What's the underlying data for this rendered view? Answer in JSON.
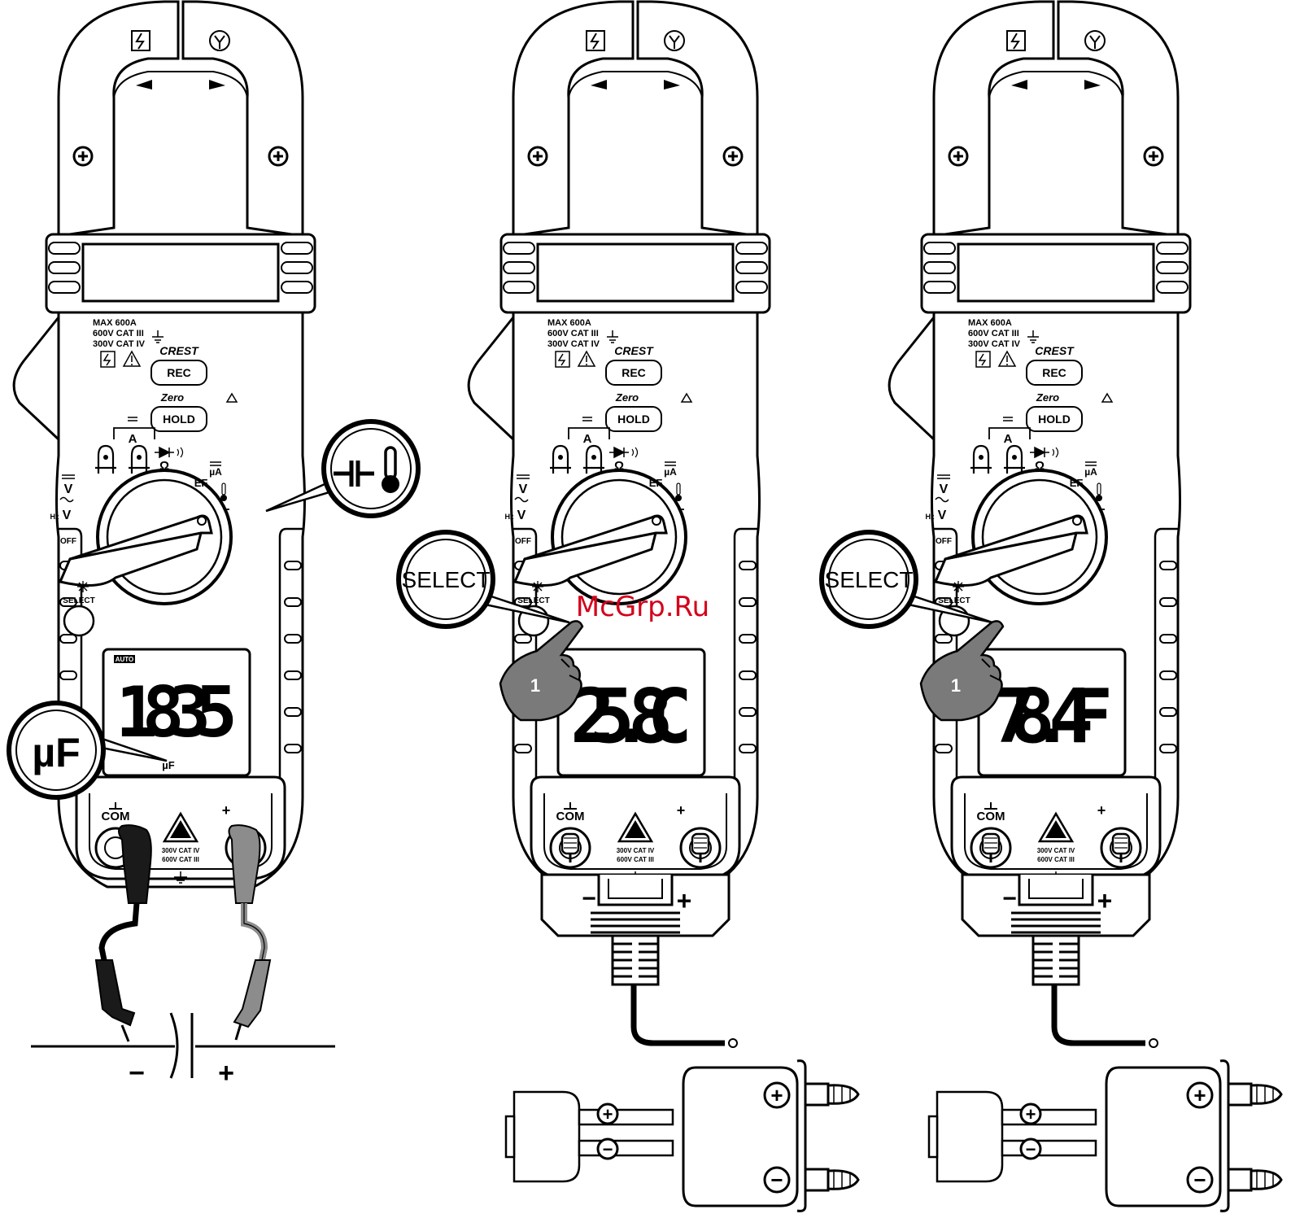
{
  "watermark": "McGrp.Ru",
  "meters": [
    {
      "rating": [
        "MAX 600A",
        "600V CAT III",
        "300V CAT IV"
      ],
      "crest": "CREST",
      "rec": "REC",
      "zero": "Zero",
      "hold": "HOLD",
      "amp": "A",
      "volt": "V",
      "hzv": "Hz",
      "ohm": "Ω",
      "ua": "µA",
      "ef": "EF",
      "off": "OFF",
      "select": "SELECT",
      "auto": "AUTO",
      "reading": "1835",
      "unit": "µF",
      "com": "COM",
      "plus": "+",
      "jack_rating": [
        "300V CAT IV",
        "600V CAT III"
      ]
    },
    {
      "rating": [
        "MAX 600A",
        "600V CAT III",
        "300V CAT IV"
      ],
      "crest": "CREST",
      "rec": "REC",
      "zero": "Zero",
      "hold": "HOLD",
      "amp": "A",
      "volt": "V",
      "hzv": "Hz",
      "ohm": "Ω",
      "ua": "µA",
      "ef": "EF",
      "off": "OFF",
      "select": "SELECT",
      "reading": "25.8C",
      "com": "COM",
      "plus": "+",
      "jack_rating": [
        "300V CAT IV",
        "600V CAT III"
      ]
    },
    {
      "rating": [
        "MAX 600A",
        "600V CAT III",
        "300V CAT IV"
      ],
      "crest": "CREST",
      "rec": "REC",
      "zero": "Zero",
      "hold": "HOLD",
      "amp": "A",
      "volt": "V",
      "hzv": "Hz",
      "ohm": "Ω",
      "ua": "µA",
      "ef": "EF",
      "off": "OFF",
      "select": "SELECT",
      "reading": "78.4F",
      "com": "COM",
      "plus": "+",
      "jack_rating": [
        "300V CAT IV",
        "600V CAT III"
      ]
    }
  ],
  "callouts": {
    "unit_uf": "µF",
    "select_1": "SELECT",
    "select_2": "SELECT",
    "step_1": "1",
    "step_2": "1"
  },
  "capacitor": {
    "minus": "−",
    "plus": "+"
  },
  "adapter_1": {
    "plug_plus": "+",
    "plug_minus": "−",
    "socket_plus": "+",
    "socket_minus": "−"
  },
  "adapter_2": {
    "plug_plus": "+",
    "plug_minus": "−",
    "socket_plus": "+",
    "socket_minus": "−"
  },
  "probe_minus": "−",
  "probe_plus": "+",
  "colors": {
    "line": "#000000",
    "red_probe": "#1a1a1a",
    "grey_probe": "#8c8c8c",
    "finger": "#7a7a7a",
    "watermark": "#d4001a"
  }
}
